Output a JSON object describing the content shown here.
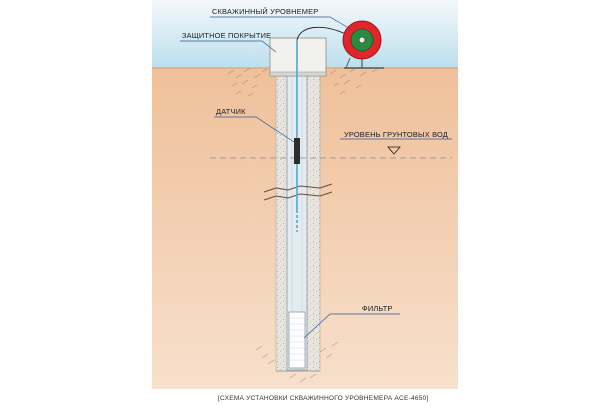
{
  "labels": {
    "well_level_meter": "СКВАЖИННЫЙ УРОВНЕМЕР",
    "protective_cover": "ЗАЩИТНОЕ ПОКРЫТИЕ",
    "sensor": "ДАТЧИК",
    "groundwater_level": "УРОВЕНЬ ГРУНТОВЫХ ВОД",
    "filter": "ФИЛЬТР"
  },
  "caption": "[СХЕМА УСТАНОВКИ СКВАЖИННОГО УРОВНЕМЕРА ACE-4650]",
  "colors": {
    "sky": "#bfe0ef",
    "soil_top": "#efc09a",
    "soil_bottom": "#f6dcc6",
    "backfill": "#e6e2dc",
    "casing": "#e4ecf0",
    "reel_red": "#e0262b",
    "reel_green": "#2a8a3e",
    "leader_blue": "#2a5aa0",
    "cable_blue": "#4aa8d8"
  }
}
